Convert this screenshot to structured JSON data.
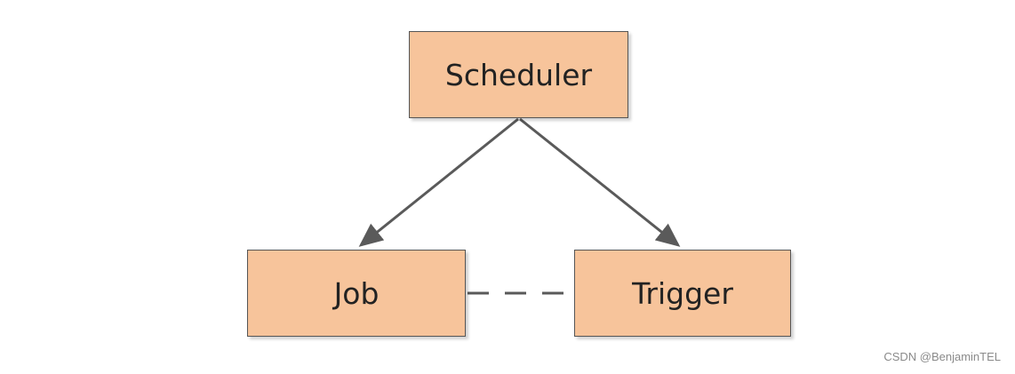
{
  "nodes": {
    "scheduler": {
      "label": "Scheduler"
    },
    "job": {
      "label": "Job"
    },
    "trigger": {
      "label": "Trigger"
    }
  },
  "edges": [
    {
      "from": "Scheduler",
      "to": "Job",
      "style": "solid-arrow"
    },
    {
      "from": "Scheduler",
      "to": "Trigger",
      "style": "solid-arrow"
    },
    {
      "from": "Job",
      "to": "Trigger",
      "style": "dashed"
    }
  ],
  "colors": {
    "node_fill": "#f7c49b",
    "node_border": "#555555",
    "edge": "#5a5a5a"
  },
  "watermark": "CSDN @BenjaminTEL"
}
